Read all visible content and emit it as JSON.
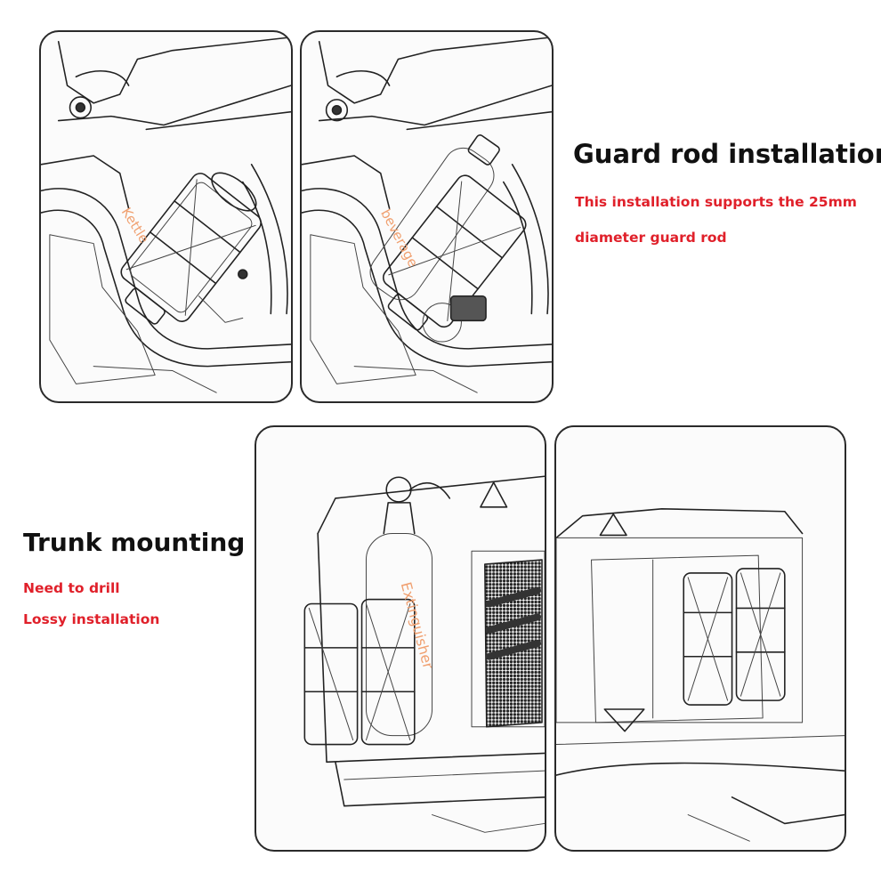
{
  "guard_rod": {
    "title": "Guard rod installation",
    "note_line_1": "This installation supports the 25mm",
    "note_line_2": "diameter guard rod"
  },
  "trunk": {
    "title": "Trunk mounting",
    "note_line_1": "Need to drill",
    "note_line_2": "Lossy installation"
  },
  "labels": {
    "kettle": "Kettle",
    "beverage": "beverage",
    "extinguisher": "Extinguisher"
  },
  "colors": {
    "heading": "#111111",
    "note": "#e0202a",
    "item_label": "#f0a070",
    "sketch_line": "#222222"
  }
}
